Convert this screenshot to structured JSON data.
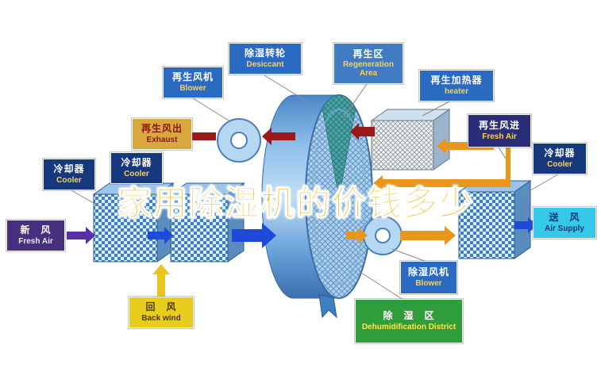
{
  "watermark": {
    "title": "家用除湿机的价钱多少"
  },
  "palette": {
    "process_blue": "#1f49d8",
    "regen_dark_red": "#9a1a1a",
    "regen_orange": "#e8961e",
    "fresh_air_purple": "#5a2ea6",
    "return_air_yellow": "#e8c61e",
    "watermark_gold": "#f0bc1a",
    "label_blue": "#2a6ac0",
    "label_navy": "#16387c",
    "label_green": "#2f9e3a",
    "label_cyan": "#35c8e8",
    "label_tan": "#d8a83e"
  },
  "labels": {
    "regen_blower": {
      "zh": "再生风机",
      "en": "Blower"
    },
    "desiccant": {
      "zh": "除湿转轮",
      "en": "Desiccant"
    },
    "regen_area": {
      "zh": "再生区",
      "en": "Regeneration Area"
    },
    "regen_heater": {
      "zh": "再生加热器",
      "en": "heater"
    },
    "exhaust": {
      "zh": "再生风出",
      "en": "Exhaust"
    },
    "cooler_left_inner": {
      "zh": "冷却器",
      "en": "Cooler"
    },
    "cooler_left_outer": {
      "zh": "冷却器",
      "en": "Cooler"
    },
    "fresh_air_in": {
      "zh": "新　风",
      "en": "Fresh Air"
    },
    "back_wind": {
      "zh": "回　风",
      "en": "Back wind"
    },
    "regen_fresh_air": {
      "zh": "再生风进",
      "en": "Fresh Air"
    },
    "cooler_right": {
      "zh": "冷却器",
      "en": "Cooler"
    },
    "air_supply": {
      "zh": "送　风",
      "en": "Air Supply"
    },
    "dehumid_blower": {
      "zh": "除湿风机",
      "en": "Blower"
    },
    "dehumid_district": {
      "zh": "除　湿　区",
      "en": "Dehumidification District"
    }
  }
}
